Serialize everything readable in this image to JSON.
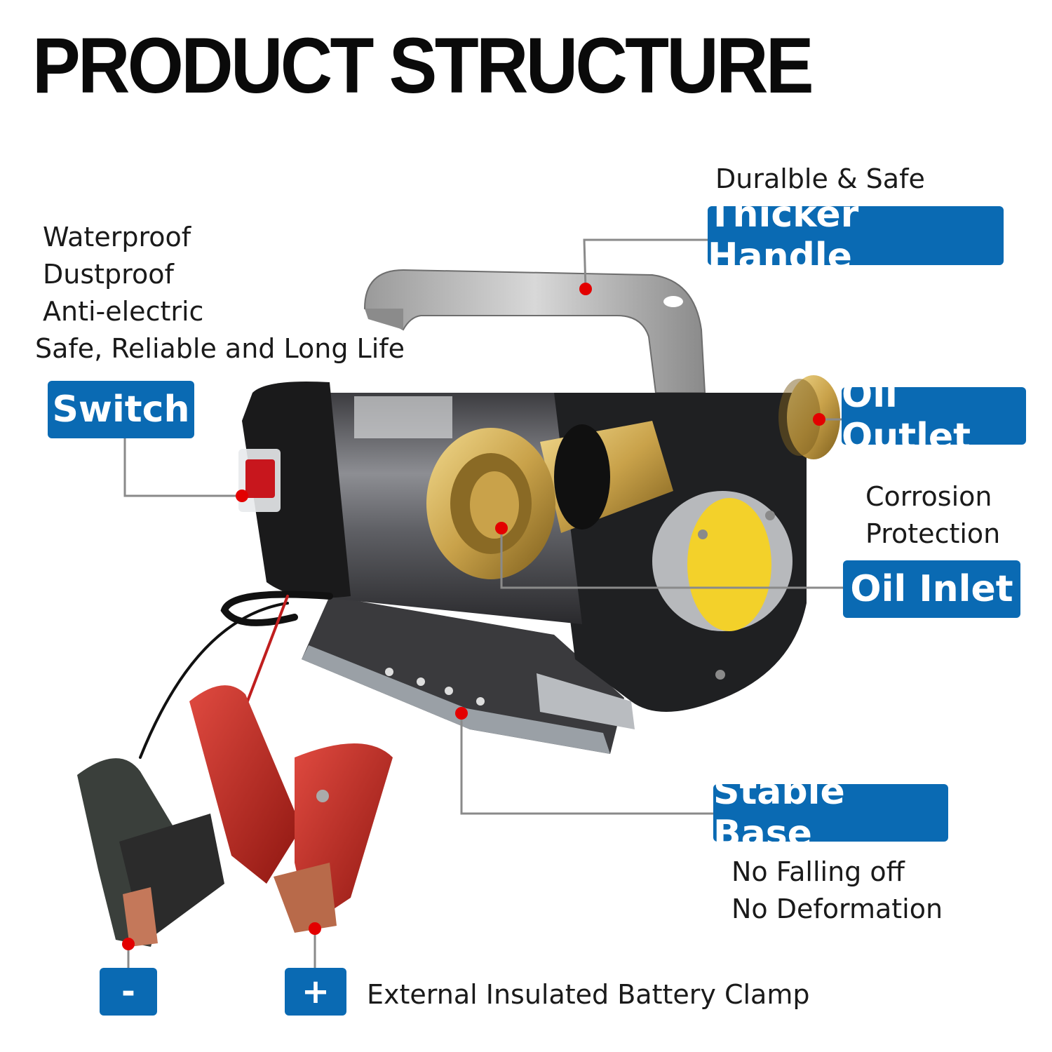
{
  "title": "PRODUCT STRUCTURE",
  "labels": {
    "handle": "Thicker Handle",
    "switch": "Switch",
    "outlet": "Oil Outlet",
    "inlet": "Oil Inlet",
    "base": "Stable Base",
    "minus": "-",
    "plus": "+"
  },
  "notes": {
    "handle": "Duralble & Safe",
    "switch": [
      "Waterproof",
      "Dustproof",
      "Anti-electric",
      "Safe, Reliable and Long Life"
    ],
    "inlet": [
      "Corrosion",
      "Protection"
    ],
    "base": [
      "No Falling off",
      "No Deformation"
    ],
    "clamp": "External Insulated Battery Clamp"
  },
  "colors": {
    "label_bg": "#0a6ab3",
    "marker": "#e30000",
    "leader_line": "#8a8a8a"
  }
}
